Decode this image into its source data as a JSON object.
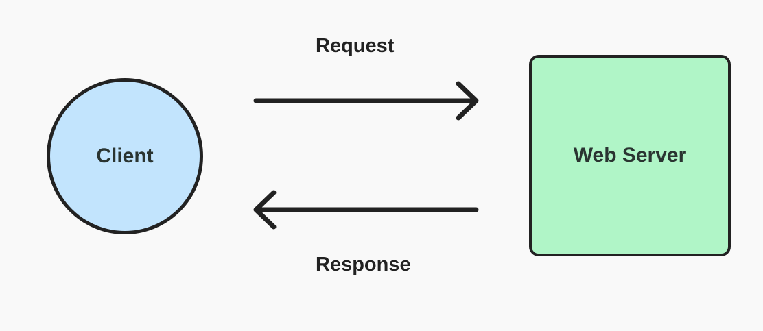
{
  "nodes": {
    "client": {
      "label": "Client",
      "fill_color": "#c2e4fd"
    },
    "server": {
      "label": "Web Server",
      "fill_color": "#b0f5c7"
    }
  },
  "edges": {
    "request": {
      "label": "Request",
      "from": "Client",
      "to": "Web Server"
    },
    "response": {
      "label": "Response",
      "from": "Web Server",
      "to": "Client"
    }
  },
  "colors": {
    "stroke": "#222222",
    "background": "#f9f9f9"
  }
}
